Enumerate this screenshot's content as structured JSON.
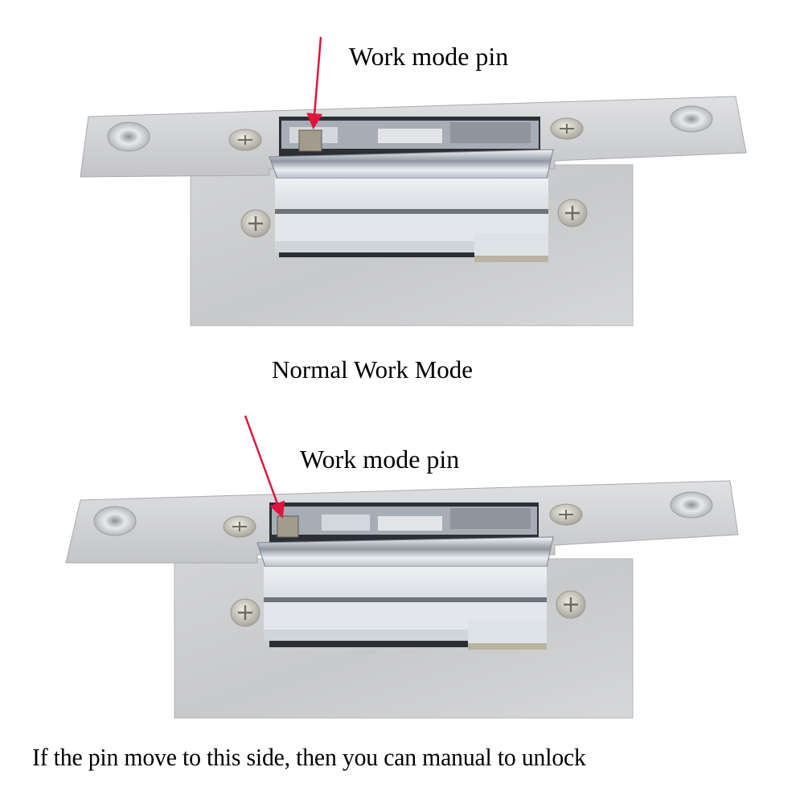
{
  "panels": [
    {
      "id": "normal",
      "pin_label": "Work mode pin",
      "caption": "Normal Work Mode"
    },
    {
      "id": "manual",
      "pin_label": "Work mode pin",
      "caption": "If the pin move to this side, then you can manual to unlock"
    }
  ],
  "colors": {
    "arrow": "#e0143c",
    "plate": "#c9cacc",
    "plate_light": "#dcdde0",
    "keeper": "#e6eaee",
    "chrome": "#9aa2ac",
    "text": "#000000"
  }
}
